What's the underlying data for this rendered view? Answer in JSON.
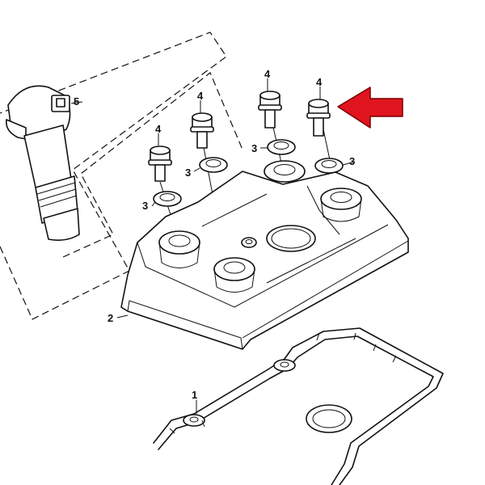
{
  "callouts": {
    "gasket": "1",
    "valve_cover": "2",
    "washer_a": "3",
    "washer_b": "3",
    "washer_c": "3",
    "washer_d": "3",
    "bolt_a": "4",
    "bolt_b": "4",
    "bolt_c": "4",
    "bolt_d": "4",
    "ignition_coil": "5"
  },
  "highlight": {
    "arrow_color": "#e0141e"
  }
}
